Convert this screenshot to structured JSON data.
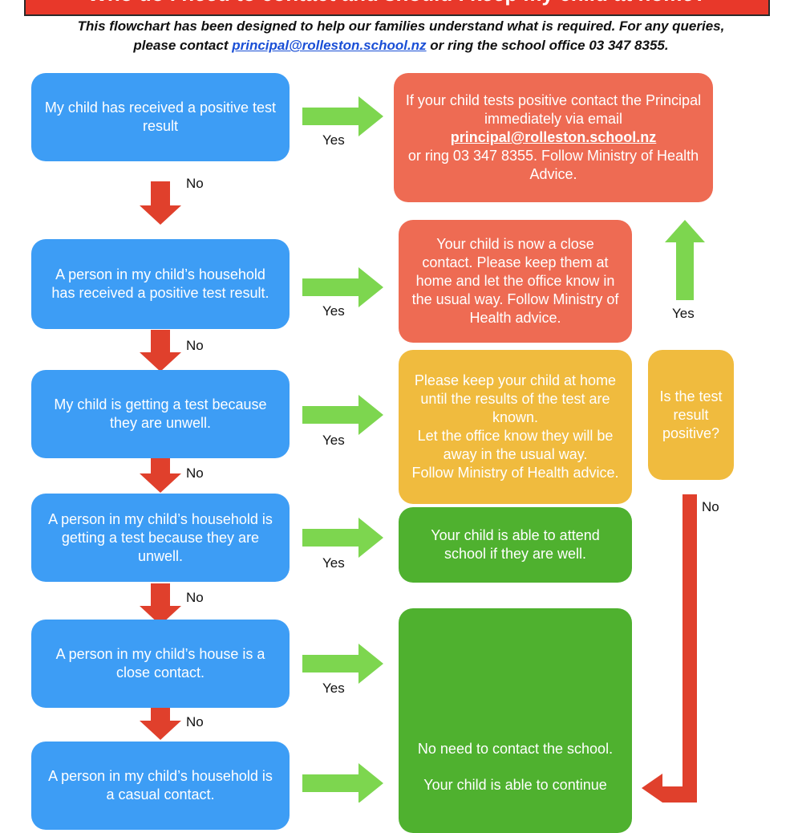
{
  "header": {
    "title": "Who do I need to contact and should I keep my child at home?",
    "intro_line1": "This flowchart has been designed to help our families understand what is required.  For any queries,",
    "intro_line2_prefix": "please contact",
    "intro_email": "principal@rolleston.school.nz",
    "intro_line2_suffix": "or ring the school office 03 347 8355."
  },
  "questions": [
    {
      "text": "My child has received a positive test result"
    },
    {
      "text": "A person in my child’s household has received a positive test result."
    },
    {
      "text": "My child is getting a test because they are unwell."
    },
    {
      "text": "A person in my child’s household is getting a test because they are unwell."
    },
    {
      "text": "A person in my child’s house is a close contact."
    },
    {
      "text": "A person in my child’s household is a casual contact."
    }
  ],
  "outcomes": {
    "positive": {
      "line1": "If your child tests positive contact the Principal immediately via email",
      "email": "principal@rolleston.school.nz",
      "line2": "or ring 03 347 8355. Follow Ministry of Health Advice."
    },
    "close_contact": "Your child is now a close contact. Please keep them at home and let the office know in the usual way. Follow Ministry of Health advice.",
    "await_results": "Please keep your child at home  until the results of the test are known.\nLet the office know they will be away in the usual way.\nFollow Ministry of Health advice.",
    "attend_if_well": "Your child is able to attend school if they are well.",
    "no_need": {
      "line1": "No need to contact the school.",
      "line2": "Your child is able to continue"
    }
  },
  "decision": {
    "text": "Is the test result positive?"
  },
  "labels": {
    "yes": "Yes",
    "no": "No"
  },
  "colors": {
    "question_blue": "#3d9df5",
    "outcome_red": "#ee6b53",
    "outcome_amber": "#f0bb3e",
    "outcome_green": "#4fb12f",
    "arrow_green": "#7dd64f",
    "arrow_red": "#e0402c"
  }
}
